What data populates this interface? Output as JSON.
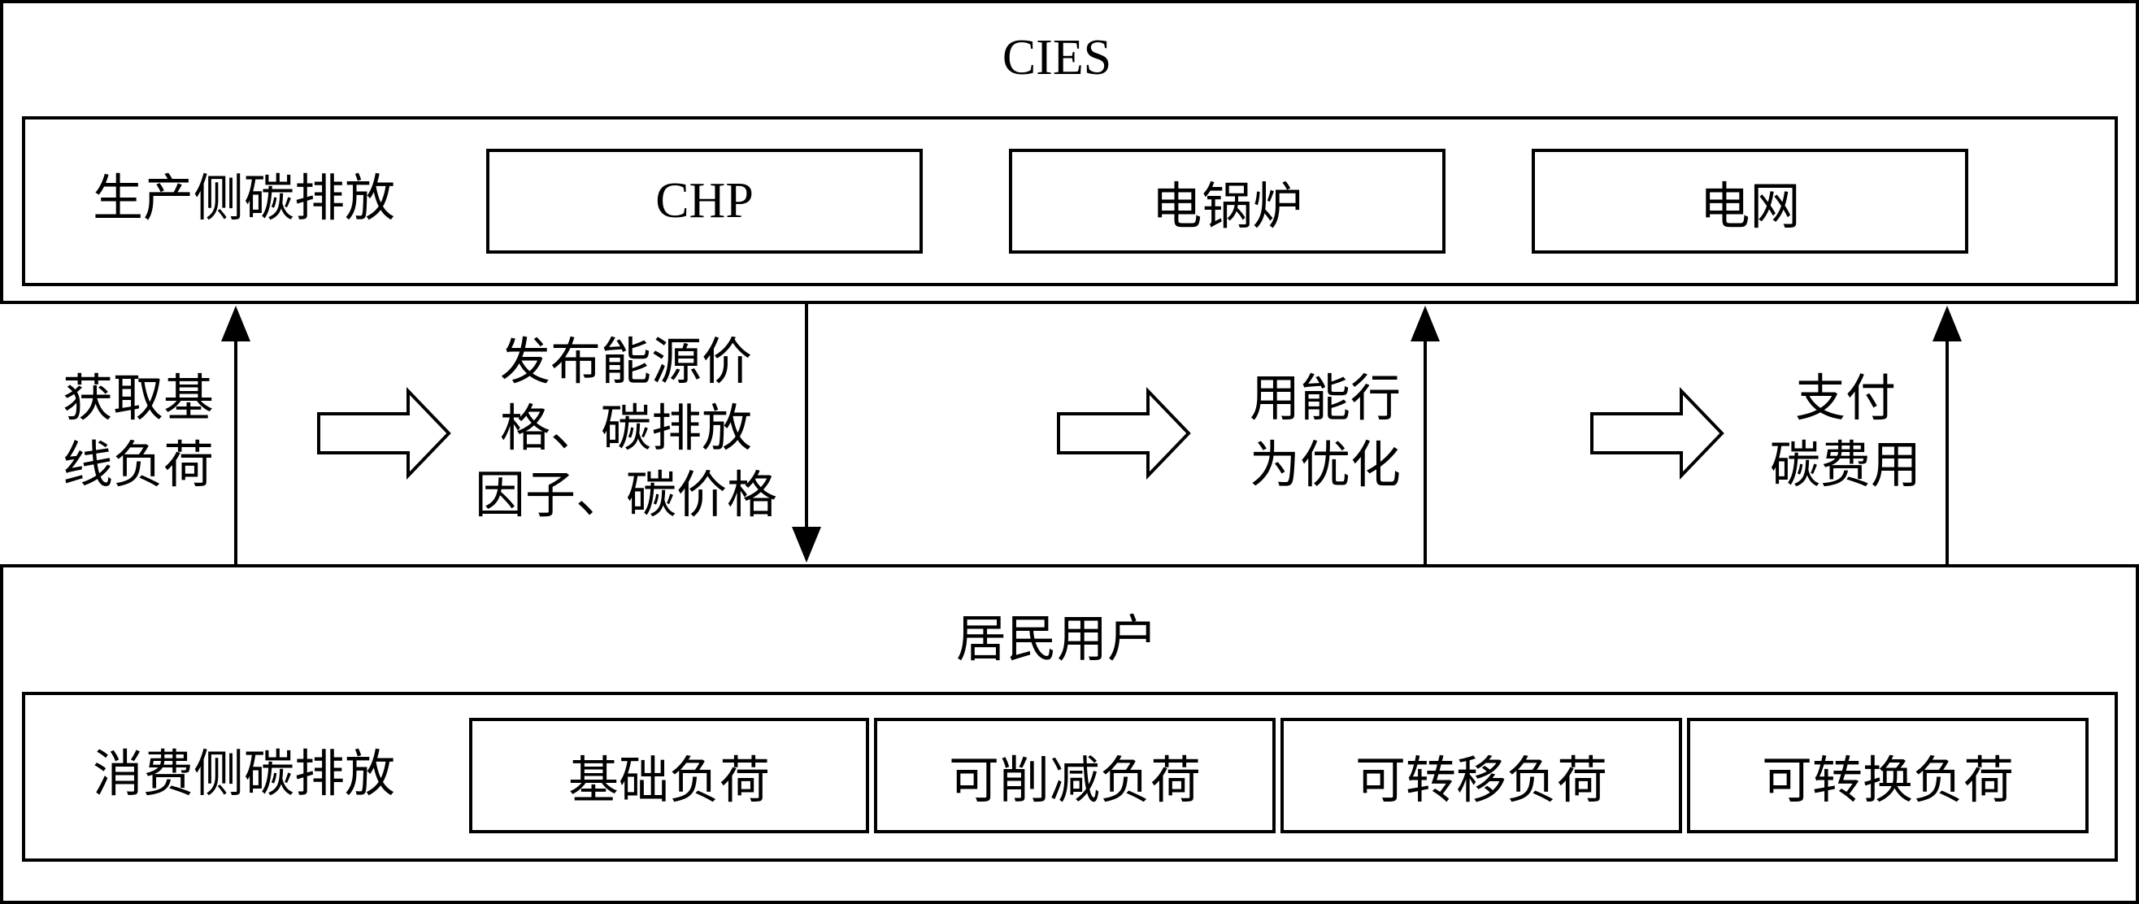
{
  "top_panel": {
    "title": "CIES",
    "row_label": "生产侧碳排放",
    "items": [
      "CHP",
      "电锅炉",
      "电网"
    ]
  },
  "bottom_panel": {
    "title": "居民用户",
    "row_label": "消费侧碳排放",
    "items": [
      "基础负荷",
      "可削减负荷",
      "可转移负荷",
      "可转换负荷"
    ]
  },
  "flows": {
    "baseline": [
      "获取基",
      "线负荷"
    ],
    "publish": [
      "发布能源价",
      "格、碳排放",
      "因子、碳价格"
    ],
    "optimize": [
      "用能行",
      "为优化"
    ],
    "pay": [
      "支付",
      "碳费用"
    ]
  }
}
